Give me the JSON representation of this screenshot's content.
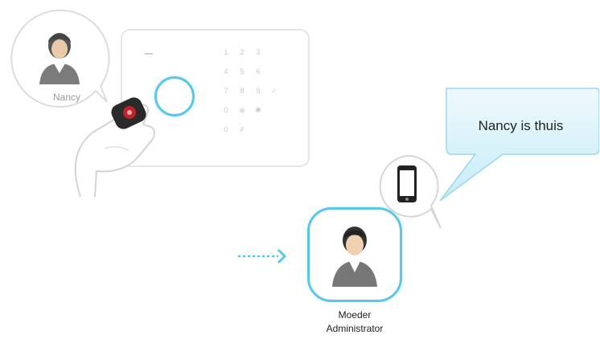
{
  "nancy": {
    "name": "Nancy"
  },
  "notification": {
    "text": "Nancy is thuis"
  },
  "admin": {
    "role_line1": "Moeder",
    "role_line2": "Administrator"
  },
  "keypad": {
    "keys": [
      "1",
      "2",
      "3",
      "4",
      "5",
      "6",
      "7",
      "8",
      "9",
      "✓",
      "0",
      "⊗",
      "✱",
      "0",
      "#"
    ]
  },
  "colors": {
    "accent": "#5cc6e8",
    "callout_top": "#eef9fd",
    "callout_bottom": "#c7ecf8"
  },
  "icons": {
    "phone": "smartphone-icon",
    "user": "user-avatar-icon",
    "tag": "rfid-tag-icon"
  }
}
